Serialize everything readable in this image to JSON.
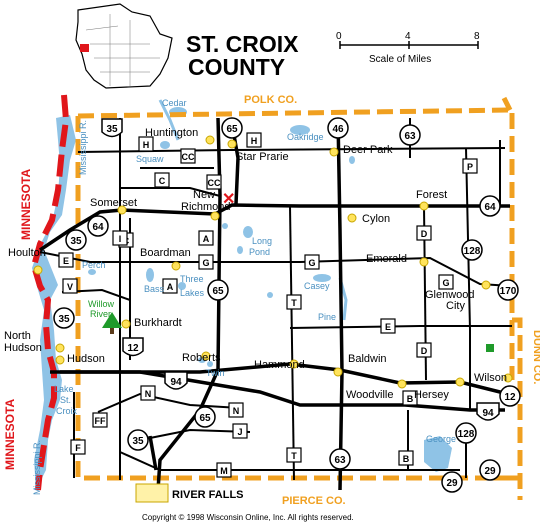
{
  "title": [
    "ST. CROIX",
    "COUNTY"
  ],
  "scale": {
    "ticks": [
      "0",
      "4",
      "8"
    ],
    "label": "Scale of Miles"
  },
  "copyright": "Copyright © 1998 Wisconsin Online, Inc. All rights reserved.",
  "colors": {
    "county_border": "#f0a020",
    "state_border": "#e0161b",
    "water": "#8fc3e6",
    "town_dot": "#ffe35c",
    "park": "#1f9a2a"
  },
  "neighbors": {
    "north": "POLK CO.",
    "south": "PIERCE CO.",
    "east": "DUNN CO.",
    "west_upper": "MINNESOTA",
    "west_lower": "MINNESOTA"
  },
  "towns": [
    {
      "name": "Huntington"
    },
    {
      "name": "Star Prarie"
    },
    {
      "name": "Deer Park"
    },
    {
      "name": "New"
    },
    {
      "name": "Richmond"
    },
    {
      "name": "Somerset"
    },
    {
      "name": "Forest"
    },
    {
      "name": "Cylon"
    },
    {
      "name": "Boardman"
    },
    {
      "name": "Houlton"
    },
    {
      "name": "Emerald"
    },
    {
      "name": "Glenwood"
    },
    {
      "name": "City"
    },
    {
      "name": "North"
    },
    {
      "name": "Hudson"
    },
    {
      "name": "Hudson"
    },
    {
      "name": "Burkhardt"
    },
    {
      "name": "Roberts"
    },
    {
      "name": "Hammond"
    },
    {
      "name": "Baldwin"
    },
    {
      "name": "Wilson"
    },
    {
      "name": "Woodville"
    },
    {
      "name": "Hersey"
    },
    {
      "name": "RIVER FALLS"
    }
  ],
  "water_labels": [
    "Cedar",
    "Mississippi R.",
    "Squaw",
    "Oakridge",
    "Long",
    "Pond",
    "Perch",
    "Bass",
    "Three",
    "Lakes",
    "Casey",
    "Pine",
    "Twin",
    "Lake",
    "St.",
    "Croix",
    "Mississippi R.",
    "George"
  ],
  "park_label": [
    "Willow",
    "River"
  ],
  "shields": [
    "35",
    "65",
    "46",
    "63",
    "35",
    "64",
    "64",
    "128",
    "170",
    "35",
    "12",
    "65",
    "94",
    "65",
    "35",
    "94",
    "12",
    "128",
    "63",
    "29",
    "29"
  ],
  "county_roads": [
    "H",
    "H",
    "CC",
    "C",
    "C",
    "CC",
    "I",
    "A",
    "G",
    "G",
    "G",
    "E",
    "V",
    "A",
    "T",
    "D",
    "E",
    "D",
    "N",
    "N",
    "J",
    "FF",
    "F",
    "T",
    "M",
    "B",
    "B",
    "P"
  ]
}
